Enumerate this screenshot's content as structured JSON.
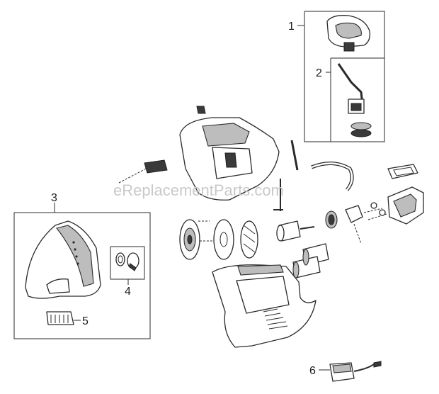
{
  "watermark": "eReplacementParts.com",
  "callouts": [
    {
      "id": "1",
      "label": "1"
    },
    {
      "id": "2",
      "label": "2"
    },
    {
      "id": "3",
      "label": "3"
    },
    {
      "id": "4",
      "label": "4"
    },
    {
      "id": "5",
      "label": "5"
    },
    {
      "id": "6",
      "label": "6"
    }
  ],
  "colors": {
    "line": "#2a2a2a",
    "shade": "#bdbdbd",
    "dark": "#3a3a3a"
  }
}
